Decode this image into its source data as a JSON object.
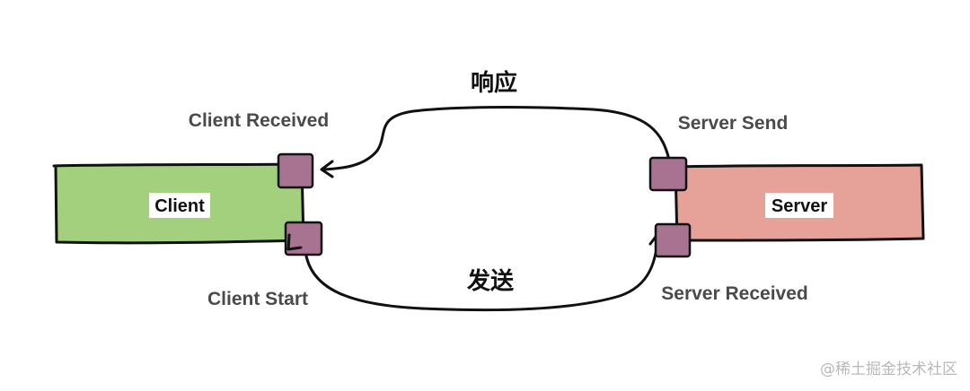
{
  "nodes": {
    "client": {
      "label": "Client",
      "color": "#a3d07c"
    },
    "server": {
      "label": "Server",
      "color": "#e6a199"
    }
  },
  "ports": {
    "client_received": "Client Received",
    "client_start": "Client Start",
    "server_send": "Server Send",
    "server_received": "Server Received",
    "color": "#a87391"
  },
  "edges": {
    "response": "响应",
    "send": "发送"
  },
  "watermark": "@稀土掘金技术社区"
}
